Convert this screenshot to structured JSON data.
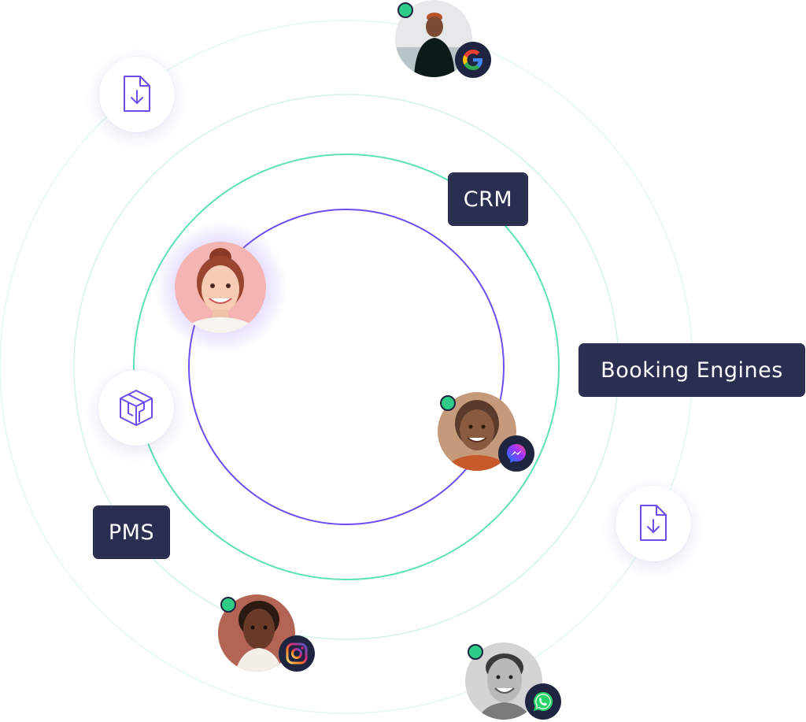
{
  "labels": {
    "crm": "CRM",
    "booking": "Booking Engines",
    "pms": "PMS"
  },
  "icons": {
    "document_download": "document-download-icon",
    "box_3d": "box-3d-icon",
    "google": "google-icon",
    "messenger": "messenger-icon",
    "instagram": "instagram-icon",
    "whatsapp": "whatsapp-icon"
  },
  "colors": {
    "label_bg": "#2a2f52",
    "inner_ring": "#6d4cf0",
    "middle_ring": "#5ee0b8",
    "outer_ring": "#d8f6ec",
    "status_dot": "#2ecc86",
    "icon_stroke": "#6d4cf0"
  }
}
